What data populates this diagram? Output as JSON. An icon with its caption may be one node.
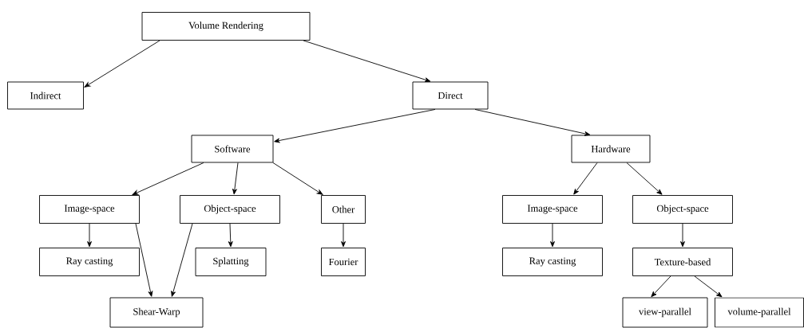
{
  "diagram": {
    "nodes": [
      {
        "text": [
          "Volume Rendering"
        ]
      },
      {
        "text": [
          "Indirect"
        ]
      },
      {
        "text": [
          "Direct"
        ]
      },
      {
        "text": [
          "Software"
        ]
      },
      {
        "text": [
          "Hardware"
        ]
      },
      {
        "text": [
          "Image-space"
        ]
      },
      {
        "text": [
          "Object-space"
        ]
      },
      {
        "text": [
          "Other"
        ]
      },
      {
        "text": [
          "Image-space"
        ]
      },
      {
        "text": [
          "Object-space"
        ]
      },
      {
        "text": [
          "Ray casting"
        ]
      },
      {
        "text": [
          "Splatting"
        ]
      },
      {
        "text": [
          "Fourier"
        ]
      },
      {
        "text": [
          "Ray casting"
        ]
      },
      {
        "text": [
          "Texture-based"
        ]
      },
      {
        "text": [
          "Shear-Warp"
        ]
      },
      {
        "text": [
          "view-parallel"
        ]
      },
      {
        "text": [
          "volume-parallel"
        ]
      }
    ],
    "edges": [
      {
        "from": 0,
        "to": 1,
        "arrow": "to"
      },
      {
        "from": 0,
        "to": 2,
        "arrow": "to"
      },
      {
        "from": 2,
        "to": 3,
        "arrow": "to"
      },
      {
        "from": 2,
        "to": 4,
        "arrow": "to"
      },
      {
        "from": 3,
        "to": 5,
        "arrow": "to"
      },
      {
        "from": 3,
        "to": 6,
        "arrow": "to"
      },
      {
        "from": 3,
        "to": 7,
        "arrow": "to"
      },
      {
        "from": 4,
        "to": 8,
        "arrow": "to"
      },
      {
        "from": 4,
        "to": 9,
        "arrow": "to"
      },
      {
        "from": 5,
        "to": 10,
        "arrow": "to"
      },
      {
        "from": 5,
        "to": 15,
        "arrow": "to"
      },
      {
        "from": 6,
        "to": 11,
        "arrow": "to"
      },
      {
        "from": 6,
        "to": 15,
        "arrow": "to"
      },
      {
        "from": 7,
        "to": 12,
        "arrow": "to"
      },
      {
        "from": 8,
        "to": 13,
        "arrow": "to"
      },
      {
        "from": 9,
        "to": 14,
        "arrow": "to"
      },
      {
        "from": 14,
        "to": 16,
        "arrow": "to"
      },
      {
        "from": 14,
        "to": 17,
        "arrow": "to"
      }
    ]
  }
}
